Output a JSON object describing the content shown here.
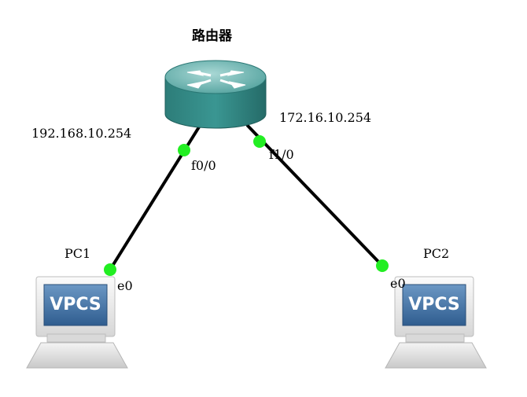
{
  "router": {
    "name": "路由器",
    "left_ip": "192.168.10.254",
    "right_ip": "172.16.10.254",
    "left_port": "f0/0",
    "right_port": "f1/0"
  },
  "pc1": {
    "name": "PC1",
    "port": "e0",
    "screen_text": "VPCS"
  },
  "pc2": {
    "name": "PC2",
    "port": "e0",
    "screen_text": "VPCS"
  },
  "colors": {
    "link": "#000000",
    "port_dot": "#22ee22",
    "router_body": "#2f8a86",
    "router_top": "#6fb6b3",
    "monitor_frame": "#e8e8e8",
    "vpcs_screen": "#3c6c9e"
  }
}
